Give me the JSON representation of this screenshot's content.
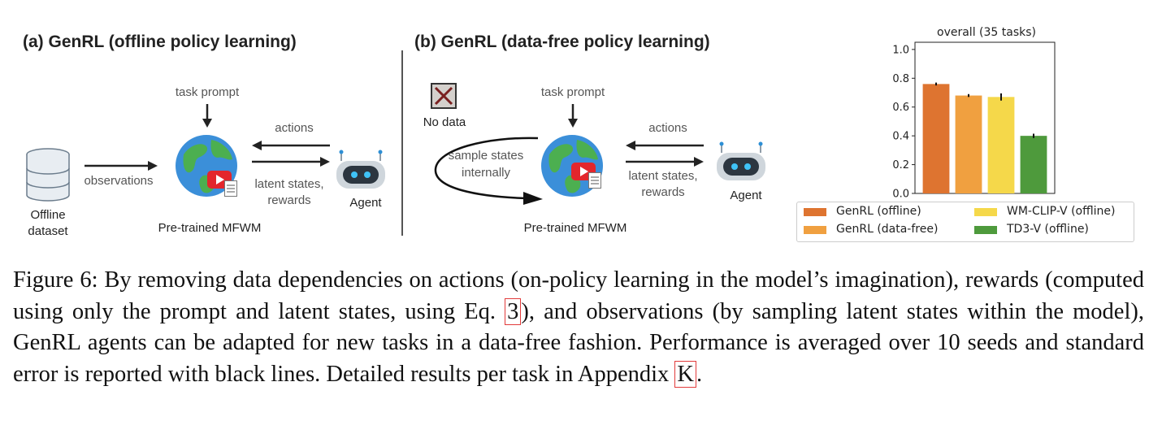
{
  "figure": {
    "panel_a": {
      "title": "(a) GenRL (offline policy learning)",
      "task_prompt": "task prompt",
      "actions": "actions",
      "observations": "observations",
      "latent_states": "latent states,",
      "rewards": "rewards",
      "agent": "Agent",
      "offline_line1": "Offline",
      "offline_line2": "dataset",
      "model": "Pre-trained MFWM"
    },
    "panel_b": {
      "title": "(b) GenRL (data-free policy learning)",
      "no_data": "No data",
      "task_prompt": "task prompt",
      "sample_line1": "sample states",
      "sample_line2": "internally",
      "actions": "actions",
      "latent_states": "latent states,",
      "rewards": "rewards",
      "agent": "Agent",
      "model": "Pre-trained MFWM"
    }
  },
  "chart_data": {
    "type": "bar",
    "title": "overall (35 tasks)",
    "categories": [
      "GenRL (offline)",
      "GenRL (data-free)",
      "WM-CLIP-V (offline)",
      "TD3-V (offline)"
    ],
    "values": [
      0.76,
      0.68,
      0.67,
      0.4
    ],
    "errors": [
      0.01,
      0.01,
      0.025,
      0.015
    ],
    "colors": [
      "#de7430",
      "#f0a040",
      "#f5d84a",
      "#4e9a3c"
    ],
    "ylim": [
      0,
      1.05
    ],
    "yticks": [
      "0.0",
      "0.2",
      "0.4",
      "0.6",
      "0.8",
      "1.0"
    ],
    "ytick_values": [
      0.0,
      0.2,
      0.4,
      0.6,
      0.8,
      1.0
    ],
    "grid": false,
    "legend_placement": "below"
  },
  "caption": {
    "lead": "Figure 6: By removing data dependencies on actions (on-policy learning in the model’s imagination), rewards (computed using only the prompt and latent states, using Eq. ",
    "ref_eq": "3",
    "mid": "), and observations (by sampling latent states within the model), GenRL agents can be adapted for new tasks in a data-free fashion. Performance is averaged over 10 seeds and standard error is reported with black lines. Detailed results per task in Appendix ",
    "ref_app": "K",
    "end": "."
  }
}
